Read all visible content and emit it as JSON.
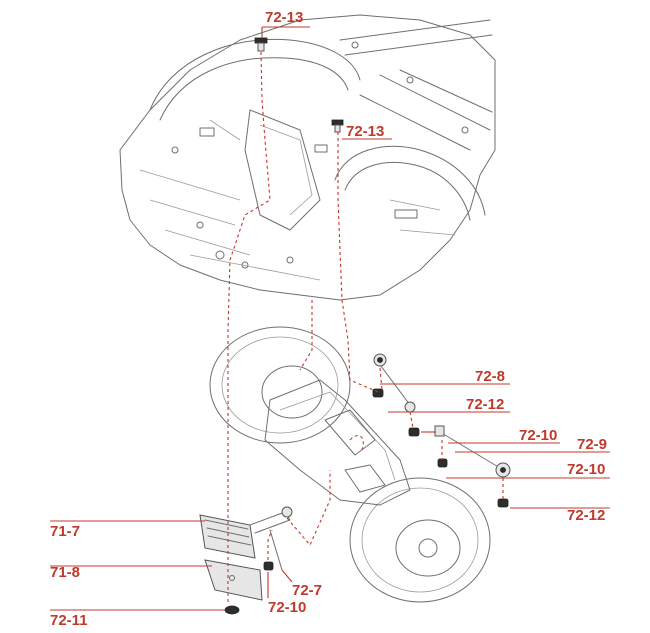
{
  "labels": {
    "l_72_13_top": "72-13",
    "l_72_13_mid": "72-13",
    "l_72_8": "72-8",
    "l_72_12_upper": "72-12",
    "l_72_10_upper": "72-10",
    "l_72_9": "72-9",
    "l_72_10_right": "72-10",
    "l_72_12_lower": "72-12",
    "l_71_7": "71-7",
    "l_71_8": "71-8",
    "l_72_7": "72-7",
    "l_72_10_bottom": "72-10",
    "l_72_11": "72-11"
  },
  "colors": {
    "callout": "#c0392b",
    "linework": "#6f6f6f",
    "background": "#ffffff"
  }
}
